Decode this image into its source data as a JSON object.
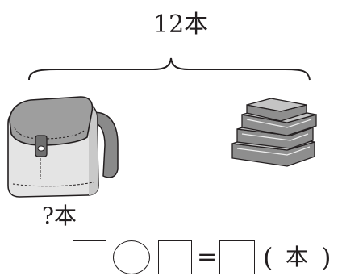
{
  "total_label": "12本",
  "unknown_label": "?本",
  "equation": {
    "equals": "=",
    "open_paren": "(",
    "unit": "本",
    "close_paren": ")"
  },
  "objects": {
    "left": "backpack-icon",
    "right": "books-stack-icon"
  }
}
